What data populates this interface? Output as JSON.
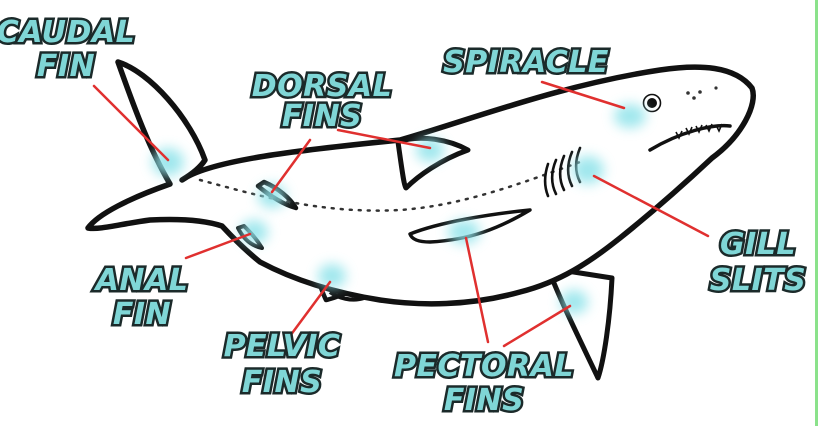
{
  "labels": {
    "caudal": [
      "CAUDAL",
      "FIN"
    ],
    "dorsal": [
      "DORSAL",
      "FINS"
    ],
    "spiracle": [
      "SPIRACLE"
    ],
    "gill": [
      "GILL",
      "SLITS"
    ],
    "anal": [
      "ANAL",
      "FIN"
    ],
    "pelvic": [
      "PELVIC",
      "FINS"
    ],
    "pectoral": [
      "PECTORAL",
      "FINS"
    ]
  },
  "colors": {
    "label_fill": "#7fd6d6",
    "label_outline": "#1b2a2a",
    "highlight": "#8fe3ea",
    "pointer": "#e0302f",
    "outline": "#111111",
    "body": "#ffffff"
  }
}
